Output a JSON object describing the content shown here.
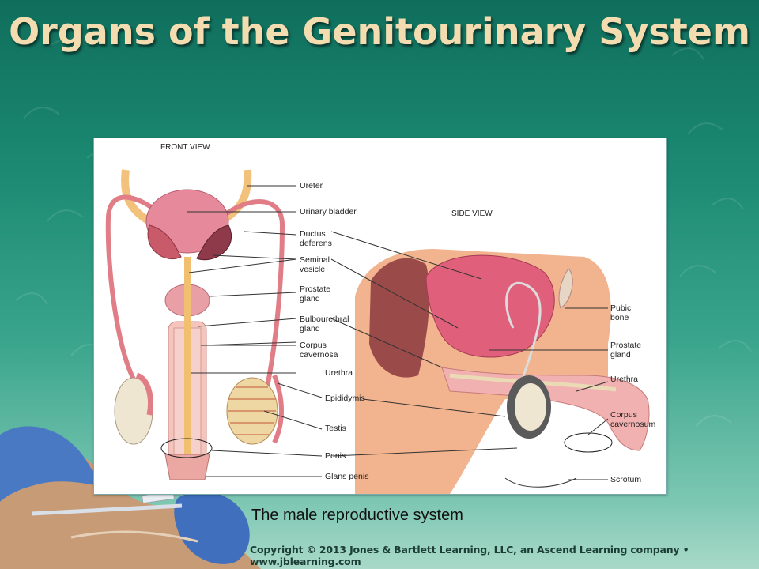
{
  "slide": {
    "title": "Organs of the Genitourinary System",
    "caption": "The male reproductive system",
    "copyright": "Copyright © 2013 Jones & Bartlett Learning, LLC, an Ascend Learning company • www.jblearning.com"
  },
  "figure": {
    "front_view_heading": "FRONT VIEW",
    "side_view_heading": "SIDE VIEW",
    "front_labels": [
      "Ureter",
      "Urinary bladder",
      "Ductus\ndeferens",
      "Seminal\nvesicle",
      "Prostate\ngland",
      "Bulbourethral\ngland",
      "Corpus\ncavernosa",
      "Urethra",
      "Epididymis",
      "Testis",
      "Penis",
      "Glans penis"
    ],
    "side_labels": [
      "Pubic\nbone",
      "Prostate\ngland",
      "Urethra",
      "Corpus\ncavernosum",
      "Scrotum"
    ]
  },
  "colors": {
    "background": "#1c8a72",
    "title": "#f3ddb0",
    "bladder": "#e5899b",
    "tissue": "#f0b8b3",
    "testis": "#efe6d2",
    "vessel": "#f2c27c"
  }
}
